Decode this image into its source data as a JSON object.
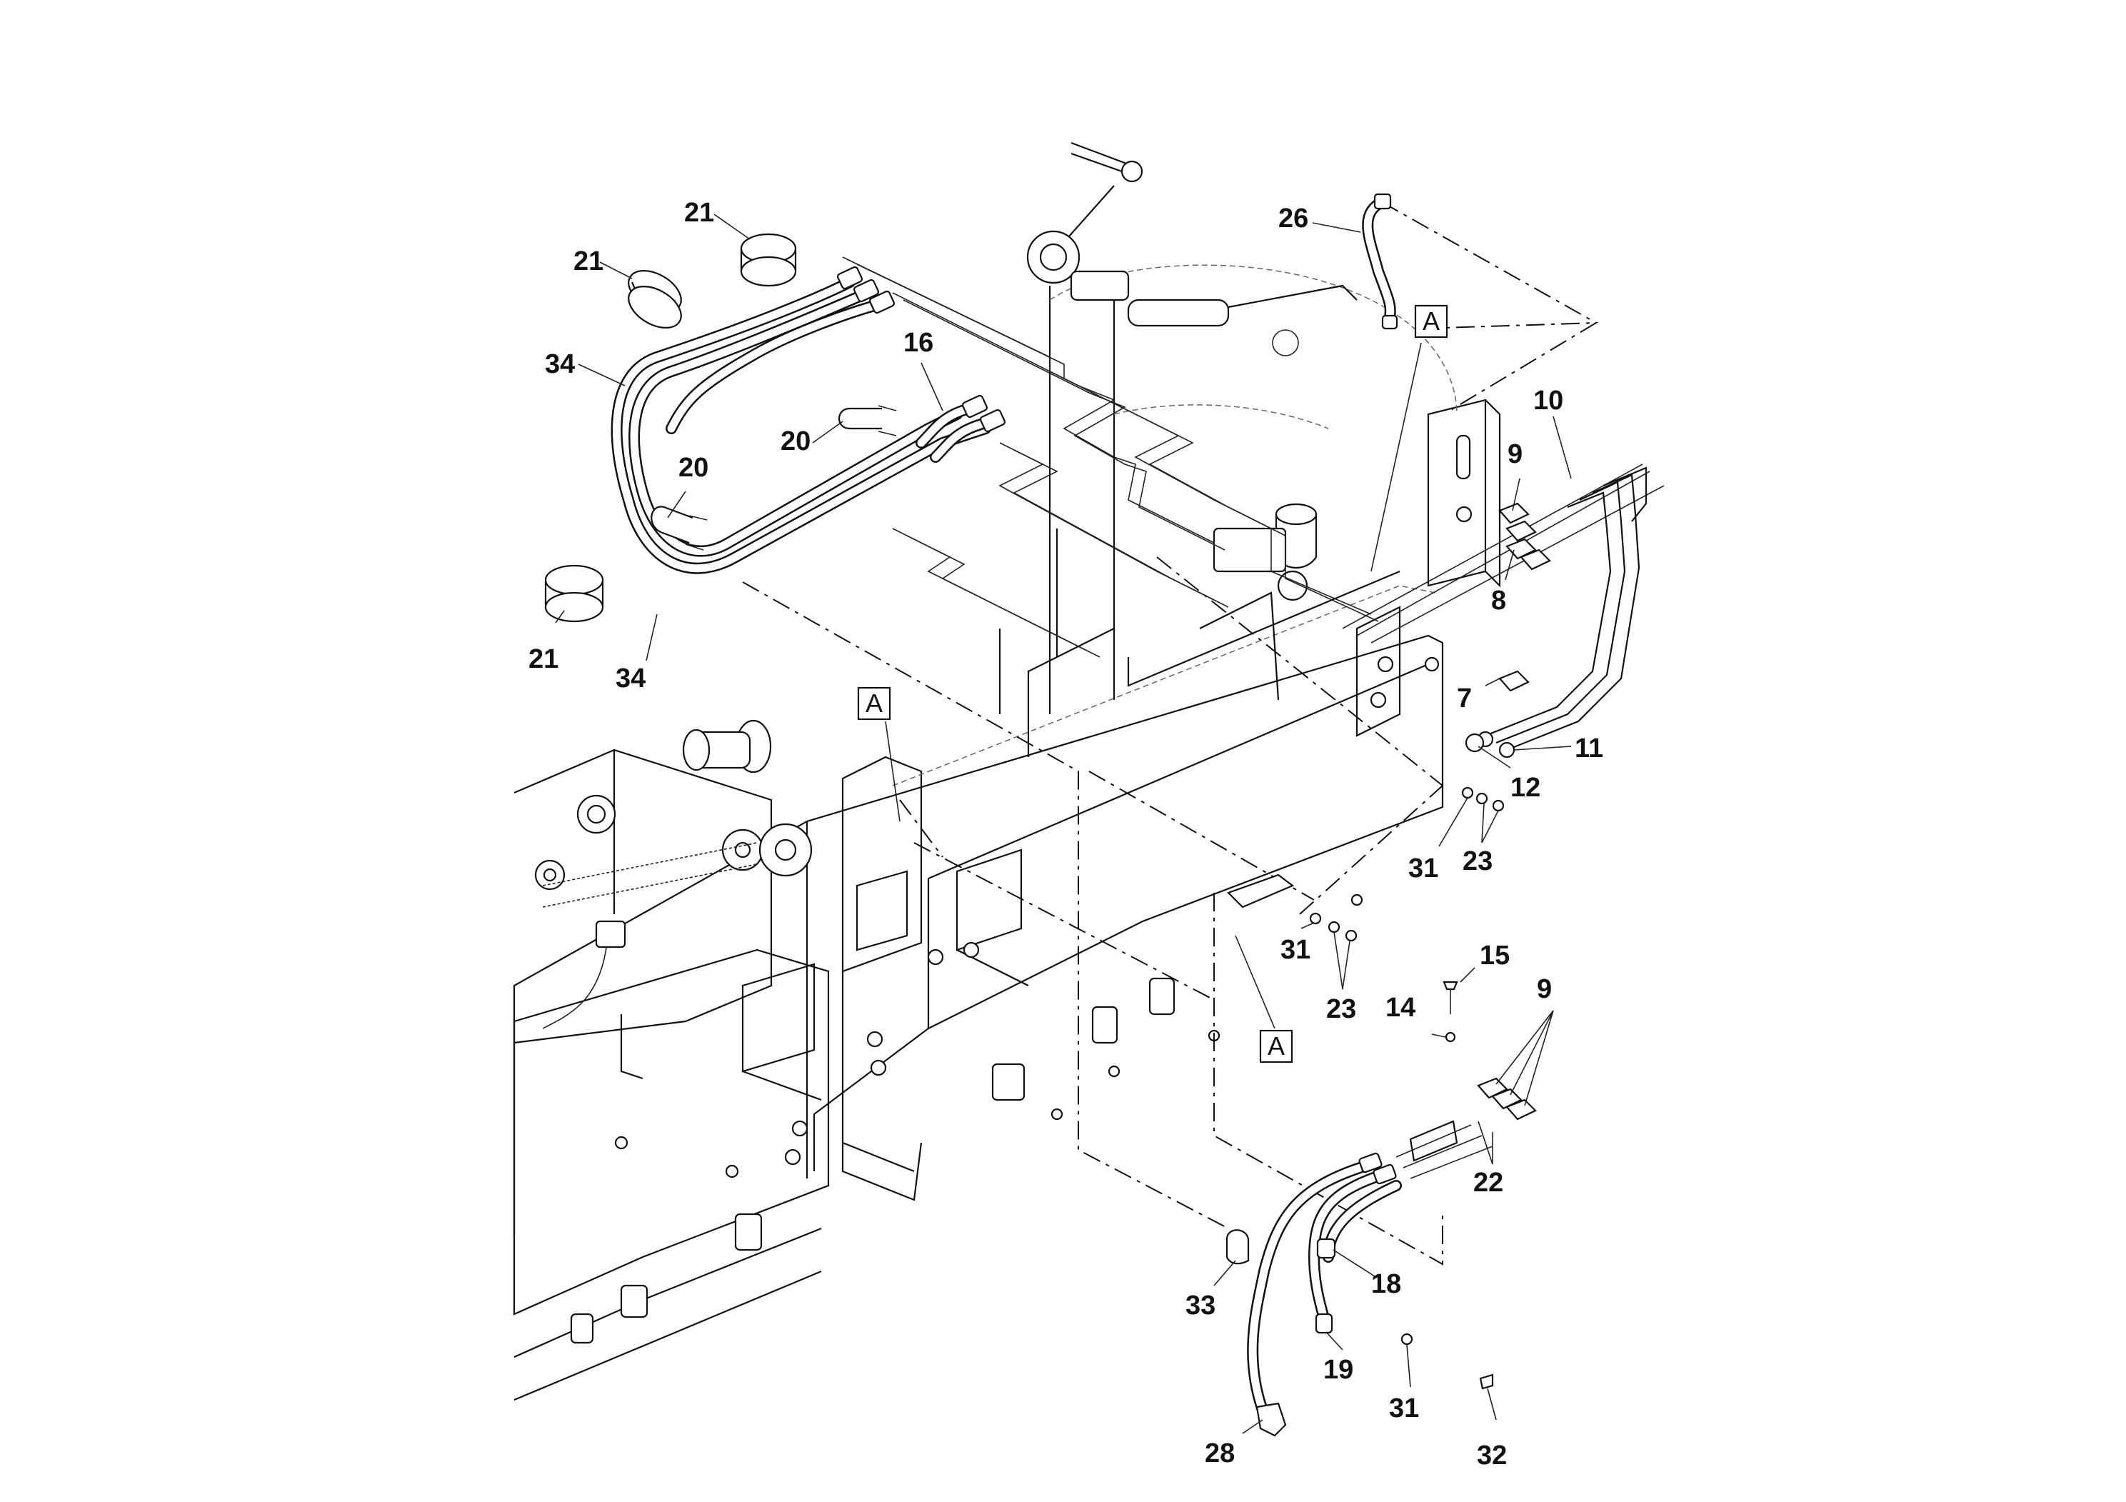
{
  "callouts": [
    {
      "id": "c21a",
      "text": "21"
    },
    {
      "id": "c21b",
      "text": "21"
    },
    {
      "id": "c21c",
      "text": "21"
    },
    {
      "id": "c34a",
      "text": "34"
    },
    {
      "id": "c34b",
      "text": "34"
    },
    {
      "id": "c16",
      "text": "16"
    },
    {
      "id": "c20a",
      "text": "20"
    },
    {
      "id": "c20b",
      "text": "20"
    },
    {
      "id": "c26",
      "text": "26"
    },
    {
      "id": "c10",
      "text": "10"
    },
    {
      "id": "c9a",
      "text": "9"
    },
    {
      "id": "c8",
      "text": "8"
    },
    {
      "id": "c7",
      "text": "7"
    },
    {
      "id": "c11",
      "text": "11"
    },
    {
      "id": "c12",
      "text": "12"
    },
    {
      "id": "c31a",
      "text": "31"
    },
    {
      "id": "c23a",
      "text": "23"
    },
    {
      "id": "c31b",
      "text": "31"
    },
    {
      "id": "c23b",
      "text": "23"
    },
    {
      "id": "c15",
      "text": "15"
    },
    {
      "id": "c14",
      "text": "14"
    },
    {
      "id": "c9b",
      "text": "9"
    },
    {
      "id": "c22",
      "text": "22"
    },
    {
      "id": "c18",
      "text": "18"
    },
    {
      "id": "c33",
      "text": "33"
    },
    {
      "id": "c19",
      "text": "19"
    },
    {
      "id": "c31c",
      "text": "31"
    },
    {
      "id": "c32",
      "text": "32"
    },
    {
      "id": "c28",
      "text": "28"
    }
  ],
  "reference_boxes": [
    {
      "id": "boxA1",
      "text": "A"
    },
    {
      "id": "boxA2",
      "text": "A"
    },
    {
      "id": "boxA3",
      "text": "A"
    }
  ],
  "colors": {
    "ink": "#111111",
    "paper": "#ffffff"
  }
}
